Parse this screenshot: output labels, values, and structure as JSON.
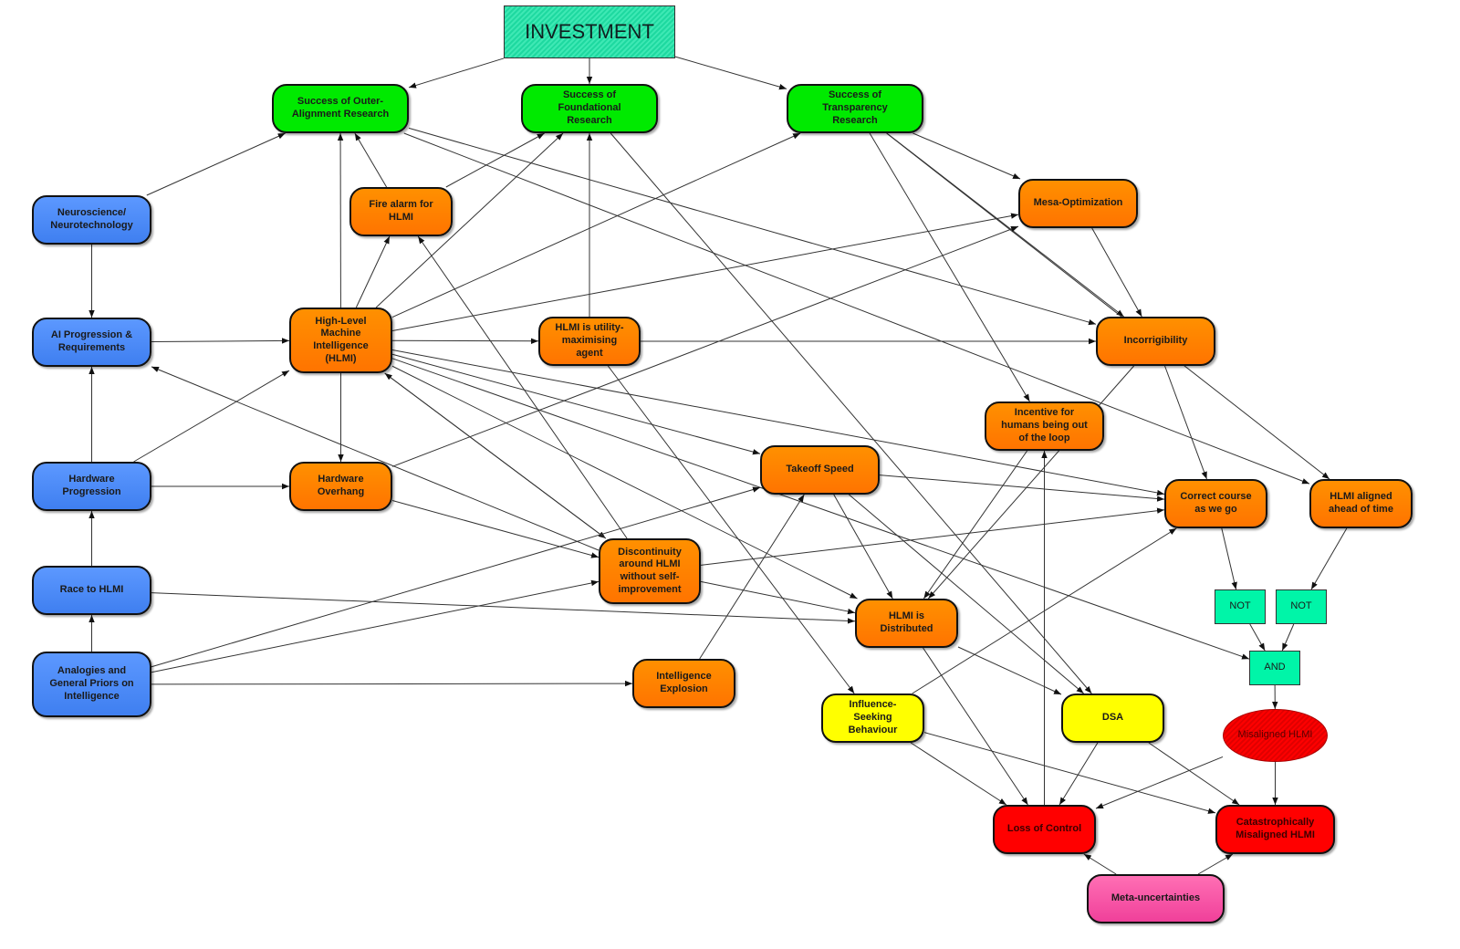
{
  "diagram": {
    "nodes": [
      {
        "id": "investment",
        "label": "INVESTMENT",
        "style": "invest"
      },
      {
        "id": "outer",
        "label": "Success of Outer-\nAlignment Research",
        "style": "green"
      },
      {
        "id": "foundational",
        "label": "Success of\nFoundational\nResearch",
        "style": "green"
      },
      {
        "id": "transparency",
        "label": "Success of\nTransparency\nResearch",
        "style": "green"
      },
      {
        "id": "neuro",
        "label": "Neuroscience/\nNeurotechnology",
        "style": "blue"
      },
      {
        "id": "fire",
        "label": "Fire alarm for\nHLMI",
        "style": "orange"
      },
      {
        "id": "mesa",
        "label": "Mesa-Optimization",
        "style": "orange"
      },
      {
        "id": "aiprog",
        "label": "AI Progression &\nRequirements",
        "style": "blue"
      },
      {
        "id": "hlmi",
        "label": "High-Level\nMachine\nIntelligence\n(HLMI)",
        "style": "orange"
      },
      {
        "id": "utility",
        "label": "HLMI is utility-\nmaximising\nagent",
        "style": "orange"
      },
      {
        "id": "incorr",
        "label": "Incorrigibility",
        "style": "orange"
      },
      {
        "id": "incentive",
        "label": "Incentive for\nhumans being out\nof the loop",
        "style": "orange"
      },
      {
        "id": "hwprog",
        "label": "Hardware\nProgression",
        "style": "blue"
      },
      {
        "id": "overhang",
        "label": "Hardware\nOverhang",
        "style": "orange"
      },
      {
        "id": "takeoff",
        "label": "Takeoff Speed",
        "style": "orange"
      },
      {
        "id": "correct",
        "label": "Correct course\nas we go",
        "style": "orange"
      },
      {
        "id": "aligned",
        "label": "HLMI aligned\nahead of time",
        "style": "orange"
      },
      {
        "id": "race",
        "label": "Race to HLMI",
        "style": "blue"
      },
      {
        "id": "discont",
        "label": "Discontinuity\naround HLMI\nwithout self-\nimprovement",
        "style": "orange"
      },
      {
        "id": "distributed",
        "label": "HLMI is\nDistributed",
        "style": "orange"
      },
      {
        "id": "not1",
        "label": "NOT",
        "style": "gate"
      },
      {
        "id": "not2",
        "label": "NOT",
        "style": "gate"
      },
      {
        "id": "and",
        "label": "AND",
        "style": "gate"
      },
      {
        "id": "analogies",
        "label": "Analogies and\nGeneral Priors on\nIntelligence",
        "style": "blue"
      },
      {
        "id": "explosion",
        "label": "Intelligence\nExplosion",
        "style": "orange"
      },
      {
        "id": "influence",
        "label": "Influence-\nSeeking\nBehaviour",
        "style": "yellow"
      },
      {
        "id": "dsa",
        "label": "DSA",
        "style": "yellow"
      },
      {
        "id": "misaligned",
        "label": "Misaligned HLMI",
        "style": "ellipse"
      },
      {
        "id": "loss",
        "label": "Loss of Control",
        "style": "red"
      },
      {
        "id": "catastrophic",
        "label": "Catastrophically\nMisaligned HLMI",
        "style": "red"
      },
      {
        "id": "meta",
        "label": "Meta-uncertainties",
        "style": "pink"
      }
    ],
    "edges": [
      [
        "investment",
        "outer"
      ],
      [
        "investment",
        "foundational"
      ],
      [
        "investment",
        "transparency"
      ],
      [
        "neuro",
        "outer"
      ],
      [
        "neuro",
        "aiprog"
      ],
      [
        "fire",
        "outer"
      ],
      [
        "fire",
        "foundational"
      ],
      [
        "hlmi",
        "outer"
      ],
      [
        "hlmi",
        "fire"
      ],
      [
        "hlmi",
        "foundational"
      ],
      [
        "hlmi",
        "transparency"
      ],
      [
        "hlmi",
        "mesa"
      ],
      [
        "hlmi",
        "utility"
      ],
      [
        "hlmi",
        "overhang"
      ],
      [
        "hlmi",
        "takeoff"
      ],
      [
        "hlmi",
        "correct"
      ],
      [
        "hlmi",
        "discont"
      ],
      [
        "hlmi",
        "distributed"
      ],
      [
        "hlmi",
        "and"
      ],
      [
        "utility",
        "foundational"
      ],
      [
        "utility",
        "incorr"
      ],
      [
        "utility",
        "influence"
      ],
      [
        "outer",
        "incorr"
      ],
      [
        "outer",
        "aligned"
      ],
      [
        "foundational",
        "dsa"
      ],
      [
        "transparency",
        "mesa"
      ],
      [
        "transparency",
        "incorr"
      ],
      [
        "transparency",
        "incentive"
      ],
      [
        "transparency",
        "aligned"
      ],
      [
        "mesa",
        "incorr"
      ],
      [
        "incorr",
        "correct"
      ],
      [
        "incorr",
        "distributed"
      ],
      [
        "aiprog",
        "hlmi"
      ],
      [
        "hwprog",
        "aiprog"
      ],
      [
        "hwprog",
        "hlmi"
      ],
      [
        "hwprog",
        "overhang"
      ],
      [
        "overhang",
        "mesa"
      ],
      [
        "overhang",
        "discont"
      ],
      [
        "race",
        "hwprog"
      ],
      [
        "race",
        "distributed"
      ],
      [
        "analogies",
        "race"
      ],
      [
        "analogies",
        "takeoff"
      ],
      [
        "analogies",
        "discont"
      ],
      [
        "analogies",
        "explosion"
      ],
      [
        "discont",
        "aiprog"
      ],
      [
        "discont",
        "hlmi"
      ],
      [
        "discont",
        "fire"
      ],
      [
        "discont",
        "correct"
      ],
      [
        "discont",
        "distributed"
      ],
      [
        "explosion",
        "takeoff"
      ],
      [
        "takeoff",
        "correct"
      ],
      [
        "takeoff",
        "distributed"
      ],
      [
        "takeoff",
        "dsa"
      ],
      [
        "incentive",
        "distributed"
      ],
      [
        "loss",
        "incentive"
      ],
      [
        "influence",
        "correct"
      ],
      [
        "influence",
        "loss"
      ],
      [
        "influence",
        "catastrophic"
      ],
      [
        "distributed",
        "dsa"
      ],
      [
        "distributed",
        "loss"
      ],
      [
        "correct",
        "not1"
      ],
      [
        "aligned",
        "not2"
      ],
      [
        "not1",
        "and"
      ],
      [
        "not2",
        "and"
      ],
      [
        "and",
        "misaligned"
      ],
      [
        "misaligned",
        "loss"
      ],
      [
        "misaligned",
        "catastrophic"
      ],
      [
        "dsa",
        "loss"
      ],
      [
        "dsa",
        "catastrophic"
      ],
      [
        "meta",
        "loss"
      ],
      [
        "meta",
        "catastrophic"
      ]
    ]
  }
}
